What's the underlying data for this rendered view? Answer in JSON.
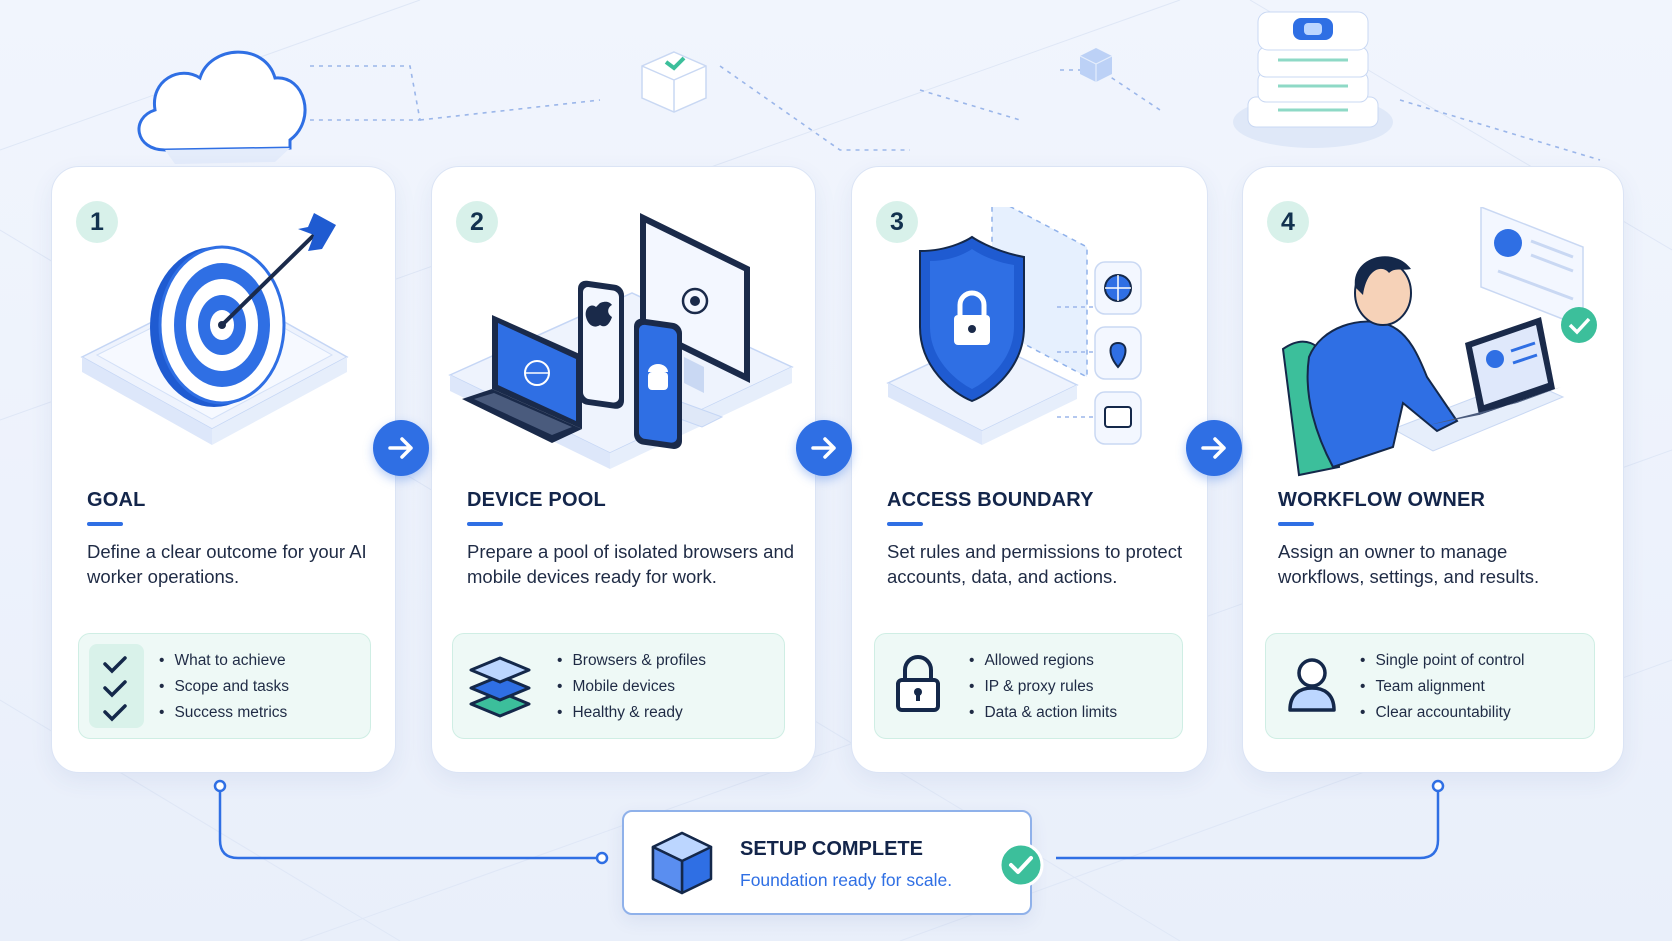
{
  "steps": [
    {
      "number": "1",
      "title": "GOAL",
      "description": "Define a clear outcome for your AI worker operations.",
      "features": [
        "What to achieve",
        "Scope and tasks",
        "Success metrics"
      ]
    },
    {
      "number": "2",
      "title": "DEVICE POOL",
      "description": "Prepare a pool of isolated browsers and mobile devices ready for work.",
      "features": [
        "Browsers & profiles",
        "Mobile devices",
        "Healthy & ready"
      ]
    },
    {
      "number": "3",
      "title": "ACCESS BOUNDARY",
      "description": "Set rules and permissions to protect accounts, data, and actions.",
      "features": [
        "Allowed regions",
        "IP & proxy rules",
        "Data & action limits"
      ]
    },
    {
      "number": "4",
      "title": "WORKFLOW OWNER",
      "description": "Assign an owner to manage workflows, settings, and results.",
      "features": [
        "Single point of control",
        "Team alignment",
        "Clear accountability"
      ]
    }
  ],
  "completion": {
    "title": "SETUP COMPLETE",
    "subtitle": "Foundation ready for scale."
  },
  "icons": {
    "step1_illustration": "target-icon",
    "step2_illustration": "devices-icon",
    "step3_illustration": "shield-lock-icon",
    "step4_illustration": "person-laptop-icon",
    "step1_feature": "checklist-icon",
    "step2_feature": "layers-icon",
    "step3_feature": "padlock-icon",
    "step4_feature": "user-icon",
    "completion": "cube-icon",
    "completion_status": "check-circle-icon",
    "connector": "arrow-right-icon"
  },
  "colors": {
    "accent": "#2f6fe4",
    "mint": "#3cbf9b",
    "badge_bg": "#d8f1ea",
    "feature_bg": "#eef9f6",
    "text_dark": "#13254a"
  }
}
